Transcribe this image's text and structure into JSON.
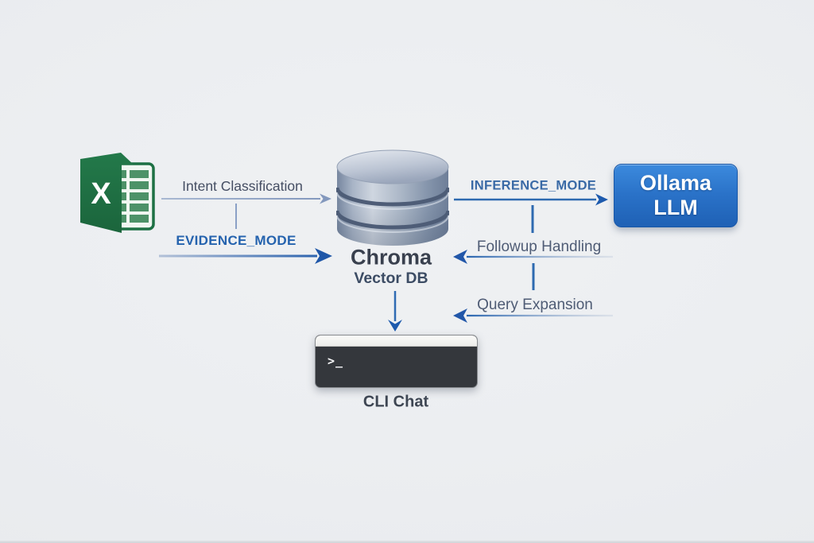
{
  "nodes": {
    "excel": {
      "icon": "excel-spreadsheet-icon",
      "letter": "X"
    },
    "chroma": {
      "title": "Chroma",
      "subtitle": "Vector DB",
      "icon": "database-cylinder-icon"
    },
    "ollama": {
      "label_line1": "Ollama",
      "label_line2": "LLM"
    },
    "cli": {
      "label": "CLI Chat",
      "prompt": ">_",
      "icon": "terminal-window-icon"
    }
  },
  "edges": {
    "intent": {
      "label": "Intent Classification",
      "from": "excel",
      "to": "chroma",
      "direction": "right"
    },
    "evidence": {
      "label": "EVIDENCE_MODE",
      "from": "excel",
      "to": "chroma",
      "direction": "right"
    },
    "inference": {
      "label": "INFERENCE_MODE",
      "from": "chroma",
      "to": "ollama",
      "direction": "right"
    },
    "followup": {
      "label": "Followup Handling",
      "from": "ollama",
      "to": "chroma",
      "direction": "left"
    },
    "query": {
      "label": "Query Expansion",
      "from": "ollama",
      "to": "chroma",
      "direction": "left"
    },
    "chroma_to_cli": {
      "label": "",
      "from": "chroma",
      "to": "cli",
      "direction": "down"
    }
  },
  "colors": {
    "background": "#eceef1",
    "arrow_blue": "#2e6ab0",
    "arrow_blue_dark": "#1d5aad",
    "arrow_light_slate": "#90a5c5",
    "mode_label_blue": "#2563ae",
    "label_dark_slate": "#454e63",
    "excel_green": "#1f7245",
    "ollama_blue_top": "#3c8add",
    "ollama_blue_bottom": "#1f61b5",
    "terminal_body": "#34373c",
    "terminal_titlebar": "#f2f2f0",
    "cylinder_steel_light": "#cfd6e0",
    "cylinder_steel_dark": "#6e7e98"
  }
}
